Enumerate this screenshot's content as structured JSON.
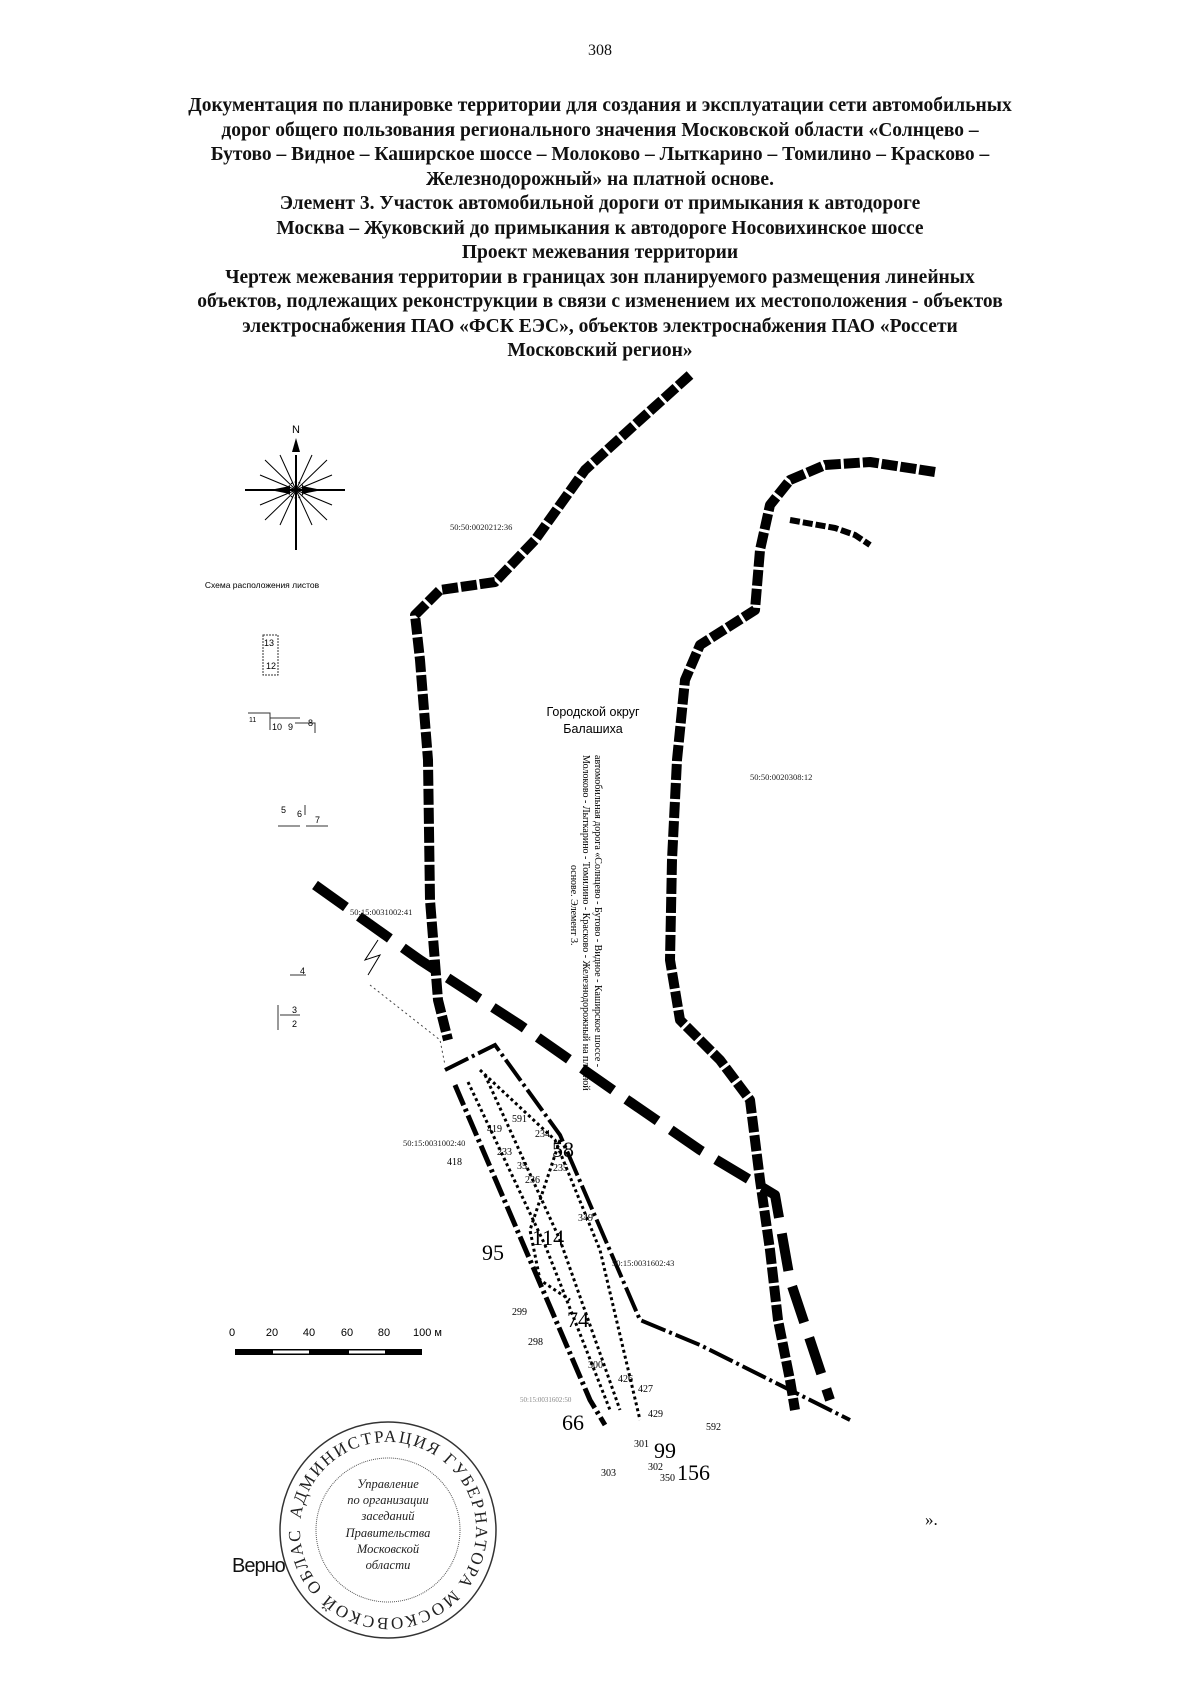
{
  "page_number": "308",
  "heading": [
    "Документация по планировке территории для создания и эксплуатации сети автомобильных",
    "дорог общего пользования регионального значения Московской области «Солнцево –",
    "Бутово – Видное – Каширское шоссе – Молоково – Лыткарино – Томилино – Красково –",
    "Железнодорожный» на платной основе.",
    "Элемент 3. Участок автомобильной дороги от примыкания к автодороге",
    "Москва – Жуковский до примыкания к автодороге Носовихинское шоссе",
    "Проект межевания территории",
    "Чертеж межевания территории в границах зон планируемого размещения линейных",
    "объектов, подлежащих реконструкции в связи с изменением их местоположения - объектов",
    "электроснабжения ПАО «ФСК ЕЭС», объектов электроснабжения ПАО «Россети",
    "Московский регион»"
  ],
  "map": {
    "north_label": "N",
    "sheet_scheme_title": "Схема расположения листов",
    "sheet_numbers": [
      "13",
      "12",
      "11",
      "10",
      "9",
      "8",
      "5",
      "6",
      "7",
      "4",
      "3",
      "2"
    ],
    "district_label": [
      "Городской округ",
      "Балашиха"
    ],
    "road_label": [
      "автомобильная дорога «Солнцево - Бутово - Видное - Каширское шоссе -",
      "Молоково - Лыткарино - Томилино - Красково - Железнодорожный на платной",
      "основе. Элемент 3."
    ],
    "cadastral_numbers": {
      "c1": "50:50:0020212:36",
      "c2": "50:50:0020308:12",
      "c3": "50:15:0031002:41",
      "c4": "50:15:0031002:40",
      "c5": "50:15:0031602:43",
      "c6": "50:15:0031602:50"
    },
    "point_numbers": {
      "p419": "419",
      "p591": "591",
      "p234": "234",
      "p418": "418",
      "p233": "233",
      "p235": "235",
      "p236": "236",
      "p349": "349",
      "p299": "299",
      "p298": "298",
      "p300": "300",
      "p426": "426",
      "p427": "427",
      "p429": "429",
      "p592": "592",
      "p301": "301",
      "p303": "303",
      "p302": "302",
      "p350": "350",
      "p35": "35"
    },
    "plot_numbers": {
      "n58": "58",
      "n114": "114",
      "n95": "95",
      "n74": "74",
      "n66": "66",
      "n99": "99",
      "n156": "156"
    },
    "scale_ticks": [
      "0",
      "20",
      "40",
      "60",
      "80",
      "100 м"
    ]
  },
  "stamp": {
    "ring_text": "АДМИНИСТРАЦИЯ ГУБЕРНАТОРА МОСКОВСКОЙ ОБЛАСТИ",
    "center_lines": [
      "Управление",
      "по организации",
      "заседаний",
      "Правительства",
      "Московской",
      "области"
    ]
  },
  "verno": "Верно",
  "closing": "»."
}
